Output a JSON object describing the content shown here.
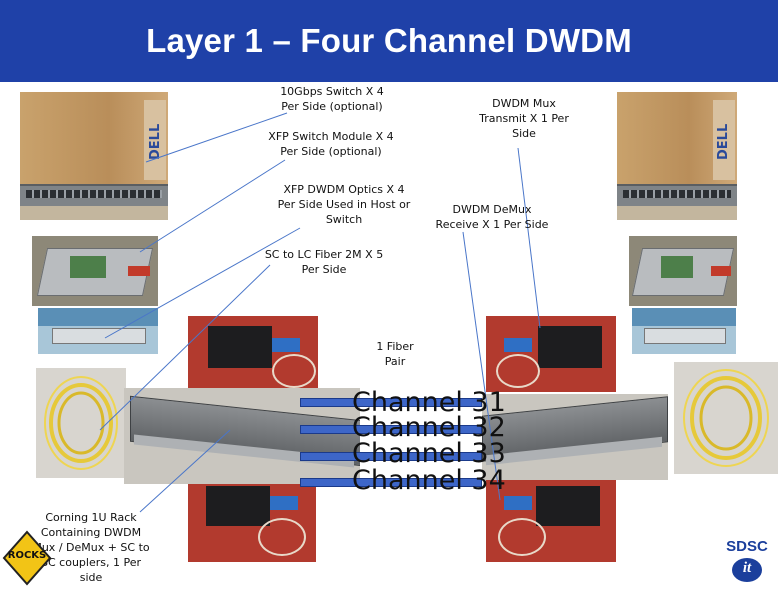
{
  "title": "Layer 1 – Four Channel DWDM",
  "labels": {
    "switch": "10Gbps Switch X 4 Per Side (optional)",
    "xfp_module": "XFP Switch Module X 4 Per Side (optional)",
    "xfp_optics": "XFP DWDM Optics X 4 Per Side Used in Host or Switch",
    "sc_lc": "SC to LC Fiber 2M X 5 Per Side",
    "fiber_pair": "1 Fiber Pair",
    "mux": "DWDM Mux Transmit X 1 Per Side",
    "demux": "DWDM DeMux Receive X 1 Per Side",
    "rack": "Corning 1U Rack Containing DWDM Mux / DeMux + SC to SC couplers, 1 Per side"
  },
  "channels": [
    "Channel 31",
    "Channel 32",
    "Channel 33",
    "Channel 34"
  ],
  "logos": {
    "sdsc": "SDSC",
    "it": "it",
    "sign": "ROCKS"
  },
  "colors": {
    "header": "#1f41a8",
    "channel_bar": "#3d66c8",
    "connector_line": "#4a76c9"
  }
}
